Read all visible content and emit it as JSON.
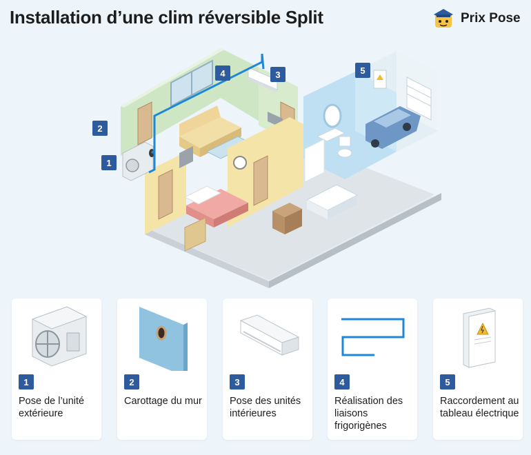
{
  "header": {
    "title": "Installation d’une clim réversible Split",
    "logo_text": "Prix Pose"
  },
  "scene": {
    "markers": [
      "1",
      "2",
      "3",
      "4",
      "5"
    ]
  },
  "steps": [
    {
      "number": "1",
      "label": "Pose de l’unité extérieure",
      "icon": "outdoor-unit-icon"
    },
    {
      "number": "2",
      "label": "Carottage du mur",
      "icon": "wall-core-drilling-icon"
    },
    {
      "number": "3",
      "label": "Pose des unités intérieures",
      "icon": "indoor-unit-icon"
    },
    {
      "number": "4",
      "label": "Réalisation des liaisons frigorigènes",
      "icon": "refrigerant-pipe-icon"
    },
    {
      "number": "5",
      "label": "Raccordement au tableau électrique",
      "icon": "electrical-panel-icon"
    }
  ],
  "colors": {
    "accent": "#2e5a9e",
    "pipe": "#1e88d6",
    "background": "#eef5fa",
    "green_wall": "#cfe6c4",
    "yellow_wall": "#f5e4a8",
    "blue_wall": "#bfe0f2"
  }
}
